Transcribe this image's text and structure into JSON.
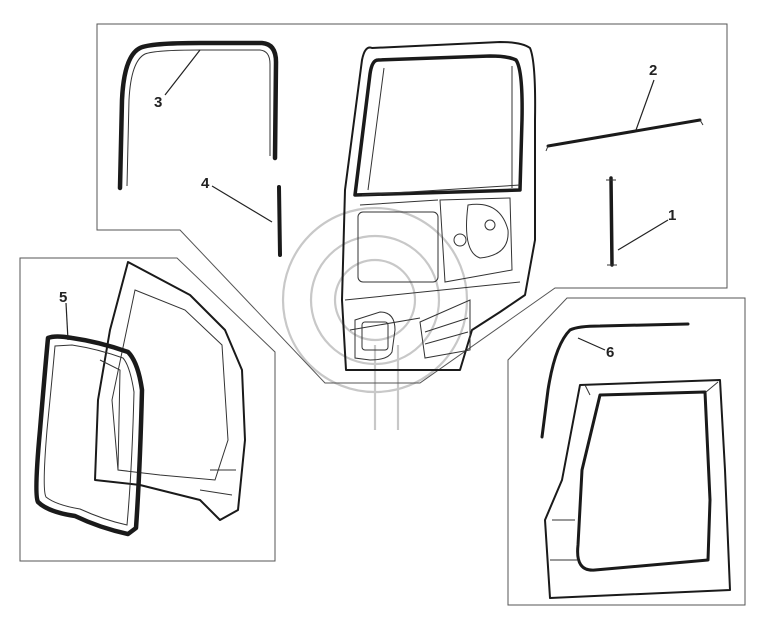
{
  "callouts": {
    "c1": "1",
    "c2": "2",
    "c3": "3",
    "c4": "4",
    "c5": "5",
    "c6": "6"
  },
  "colors": {
    "line": "#1a1a1a",
    "frame": "#555555",
    "watermark": "#c8c8c8",
    "background": "#ffffff"
  }
}
